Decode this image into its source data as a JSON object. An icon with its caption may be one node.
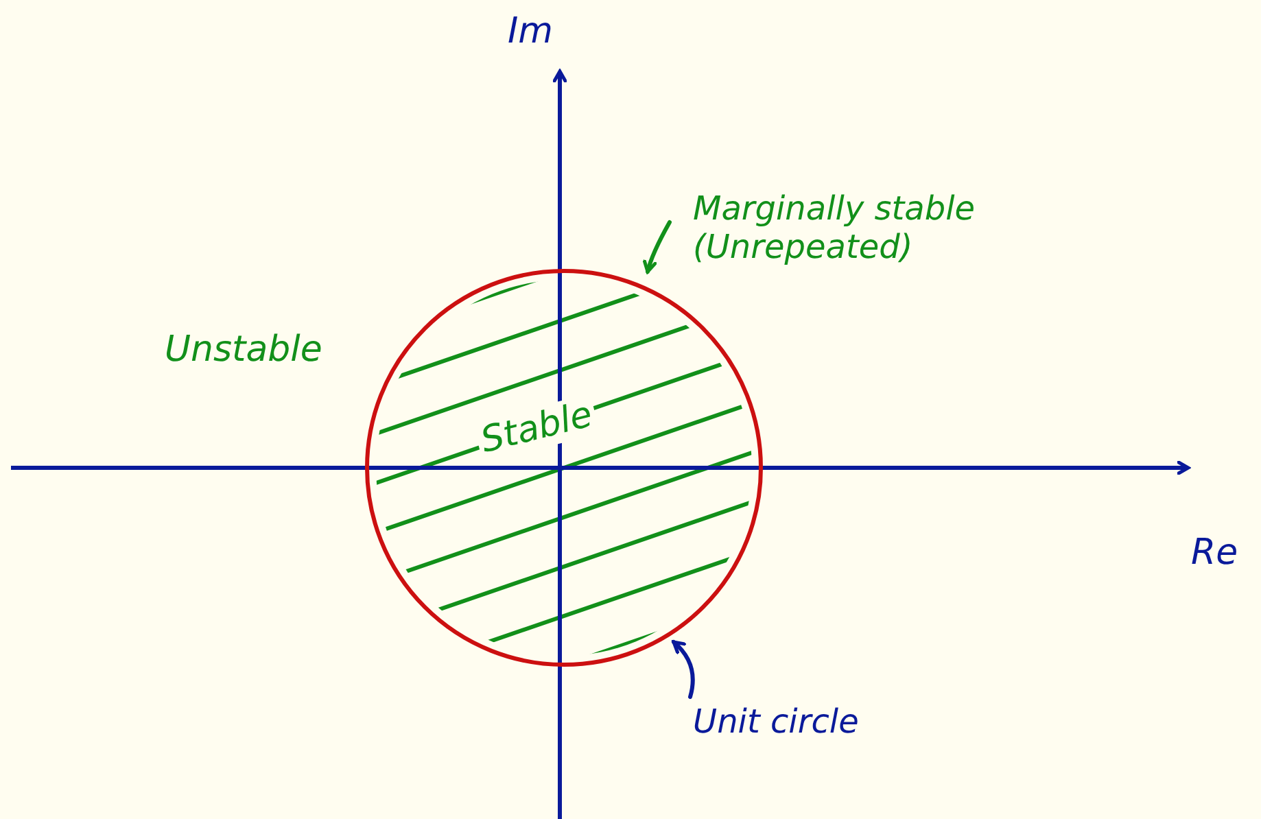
{
  "diagram": {
    "nodes": [
      {
        "text": [
          "Stable"
        ]
      },
      {
        "text": [
          "Marginally stable (Unrepeated)"
        ]
      },
      {
        "text": [
          "Unit circle"
        ]
      }
    ],
    "edges": [
      {
        "from": 1,
        "to": 0,
        "arrow": "to"
      },
      {
        "from": 2,
        "to": 0,
        "arrow": "to",
        "color": "#0a1a9a"
      }
    ],
    "labels": [
      "Im",
      "Re",
      "Unstable"
    ]
  }
}
